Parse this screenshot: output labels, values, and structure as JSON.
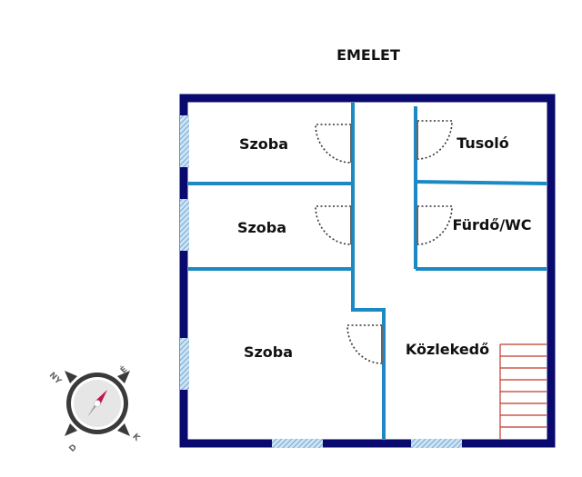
{
  "plan": {
    "title": "EMELET",
    "rooms": [
      {
        "id": "room-1",
        "name": "Szoba"
      },
      {
        "id": "room-2",
        "name": "Szoba"
      },
      {
        "id": "room-3",
        "name": "Szoba"
      },
      {
        "id": "shower",
        "name": "Tusoló"
      },
      {
        "id": "bathroom",
        "name": "Fürdő/WC"
      },
      {
        "id": "corridor",
        "name": "Közlekedő"
      }
    ],
    "colors": {
      "outer_wall": "#0a0a6e",
      "inner_wall": "#1b8ac4",
      "window": "#9ec8e8",
      "door_arc": "#333333",
      "stairs": "#c0392b",
      "compass_needle_north": "#c0154d",
      "compass_needle_south": "#9a9a9a",
      "compass_ring": "#3a3a3a"
    }
  },
  "compass": {
    "north_west": "NY",
    "north_east": "É",
    "south_east": "K",
    "south_west": "D"
  }
}
